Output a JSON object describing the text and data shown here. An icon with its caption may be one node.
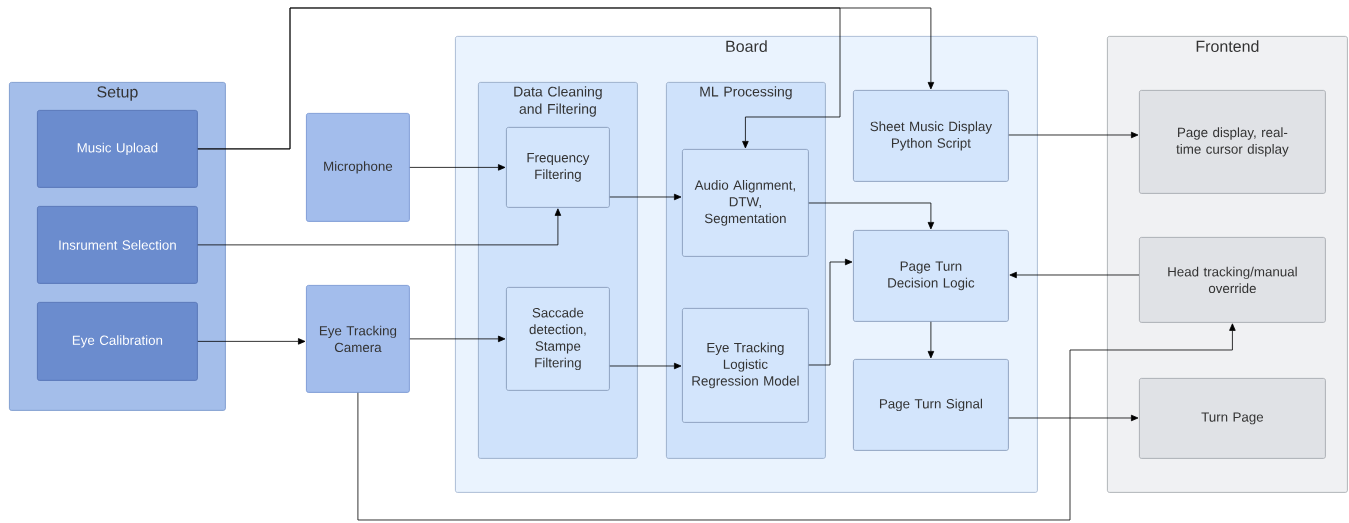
{
  "diagram": {
    "nodes": [
      {
        "text": [
          "Setup"
        ]
      },
      {
        "text": [
          "Music Upload"
        ],
        "in": 0
      },
      {
        "text": [
          "Insrument Selection"
        ],
        "in": 0
      },
      {
        "text": [
          "Eye Calibration"
        ],
        "in": 0
      },
      {
        "text": [
          "Microphone"
        ]
      },
      {
        "text": [
          "Eye Tracking Camera"
        ]
      },
      {
        "text": [
          "Board"
        ]
      },
      {
        "text": [
          "Data Cleaning and Filtering"
        ],
        "in": 6
      },
      {
        "text": [
          "Frequency Filtering"
        ],
        "in": 7
      },
      {
        "text": [
          "Saccade detection, Stampe Filtering"
        ],
        "in": 7
      },
      {
        "text": [
          "ML Processing"
        ],
        "in": 6
      },
      {
        "text": [
          "Audio Alignment, DTW, Segmentation"
        ],
        "in": 10
      },
      {
        "text": [
          "Eye Tracking Logistic Regression Model"
        ],
        "in": 10
      },
      {
        "text": [
          "Sheet Music Display Python Script"
        ],
        "in": 6
      },
      {
        "text": [
          "Page Turn Decision Logic"
        ],
        "in": 6
      },
      {
        "text": [
          "Page Turn Signal"
        ],
        "in": 6
      },
      {
        "text": [
          "Frontend"
        ]
      },
      {
        "text": [
          "Page display, real-time cursor display"
        ],
        "in": 16
      },
      {
        "text": [
          "Head tracking/manual override"
        ],
        "in": 16
      },
      {
        "text": [
          "Turn Page"
        ],
        "in": 16
      }
    ],
    "edges": [
      {
        "from": 1,
        "to": 13,
        "arrow": "to"
      },
      {
        "from": 1,
        "to": 11,
        "arrow": "to"
      },
      {
        "from": 4,
        "to": 8,
        "arrow": "to"
      },
      {
        "from": 2,
        "to": 8,
        "arrow": "to"
      },
      {
        "from": 3,
        "to": 5,
        "arrow": "to"
      },
      {
        "from": 5,
        "to": 9,
        "arrow": "to"
      },
      {
        "from": 5,
        "to": 18,
        "arrow": "to"
      },
      {
        "from": 8,
        "to": 11,
        "arrow": "to"
      },
      {
        "from": 9,
        "to": 12,
        "arrow": "to"
      },
      {
        "from": 11,
        "to": 14,
        "arrow": "to"
      },
      {
        "from": 12,
        "to": 14,
        "arrow": "to"
      },
      {
        "from": 13,
        "to": 17,
        "arrow": "to"
      },
      {
        "from": 18,
        "to": 14,
        "arrow": "to"
      },
      {
        "from": 14,
        "to": 15,
        "arrow": "to"
      },
      {
        "from": 15,
        "to": 19,
        "arrow": "to"
      }
    ]
  }
}
